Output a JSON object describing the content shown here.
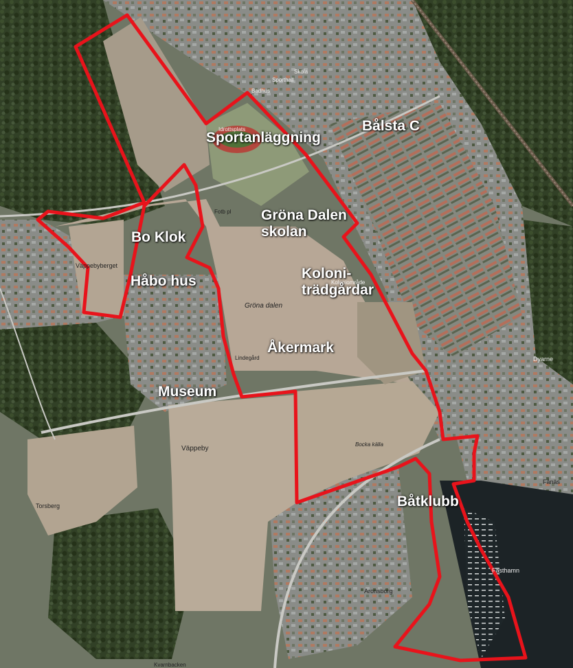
{
  "colors": {
    "boundary": "#e8131b",
    "label": "#ffffff",
    "field": "#b7a796",
    "forest": "#2f3e25",
    "urban": "#8d9191",
    "water": "#1c2326"
  },
  "labels": {
    "sportanlaggning": "Sportanläggning",
    "balsta_c": "Bålsta C",
    "grona_dalen_1": "Gröna Dalen",
    "grona_dalen_2": "skolan",
    "bo_klok": "Bo Klok",
    "kolonitradgardar_1": "Koloni-",
    "kolonitradgardar_2": "trädgårdar",
    "habo_hus": "Håbo hus",
    "akermark": "Åkermark",
    "museum": "Museum",
    "batklubb": "Båtklubb"
  },
  "place_names": {
    "grona_dalen": "Gröna dalen",
    "vappeby": "Väppeby",
    "bocka_kalla": "Bocka källa",
    "torsberg": "Torsberg",
    "aronsborg": "Aronsborg",
    "lindegard": "Lindegård",
    "fotb_pl": "Fotb pl",
    "vappebyberget": "Väppebyberget",
    "fasthamn": "Fästhamn",
    "dyarne": "Dyarne",
    "fanas": "Fånäs",
    "skolan": "Skola",
    "badhus": "Badhus",
    "kolonomrade": "Koloniområde",
    "idrottsplats": "Idrottsplats",
    "sporthall": "Sporthall",
    "kvarnbacken": "Kvarnbacken"
  }
}
